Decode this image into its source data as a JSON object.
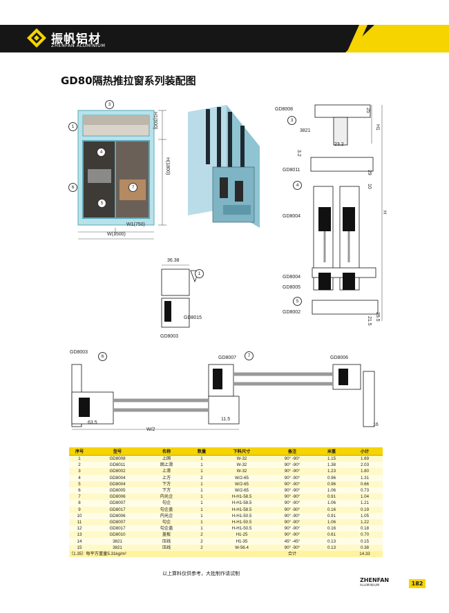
{
  "header": {
    "brand_cn": "振帆铝材",
    "brand_en": "ZHENFAN ALUMINIUM",
    "colors": {
      "band": "#161616",
      "accent": "#f5d400"
    }
  },
  "title": "GD80隔热推拉窗系列装配图",
  "window_elevation": {
    "h1_label": "H1(600)",
    "h_label": "H(1800)",
    "w1_label": "W1(750)",
    "w_label": "W(1500)",
    "callouts": [
      "3",
      "1",
      "4",
      "6",
      "7",
      "5"
    ]
  },
  "vertical_section": {
    "codes": [
      "GD8008",
      "3821",
      "GD8011",
      "GD8004",
      "GD8004",
      "GD8005",
      "GD8002"
    ],
    "dims": [
      "25",
      "H1",
      "23.2",
      "3.2",
      "29",
      "10",
      "H",
      "21.5",
      "29.5"
    ],
    "callouts": [
      "3",
      "4",
      "5"
    ]
  },
  "detail_section": {
    "dim": "36.38",
    "codes": [
      "GD8015",
      "GD8003"
    ],
    "callout": "1"
  },
  "horizontal_section": {
    "codes": [
      "GD8003",
      "GD8007",
      "GD8006"
    ],
    "callouts": [
      "6",
      "7"
    ],
    "dims": [
      "63.5",
      "W/2",
      "11.5",
      "16"
    ]
  },
  "table": {
    "headers": [
      "序号",
      "型号",
      "名称",
      "数量",
      "下料尺寸",
      "备注",
      "米重",
      "小计"
    ],
    "rows": [
      [
        "1",
        "GD8008",
        "上固",
        "1",
        "W-32",
        "90° -90°",
        "1.15",
        "1.69"
      ],
      [
        "2",
        "GD8011",
        "固上滑",
        "1",
        "W-32",
        "90° -90°",
        "1.38",
        "2.03"
      ],
      [
        "3",
        "GD8002",
        "上滑",
        "1",
        "W-32",
        "90° -90°",
        "1.23",
        "1.80"
      ],
      [
        "4",
        "GD8004",
        "上方",
        "2",
        "W/2-65",
        "90° -90°",
        "0.96",
        "1.31"
      ],
      [
        "5",
        "GD8004",
        "下方",
        "1",
        "W/2-65",
        "90° -90°",
        "0.96",
        "0.66"
      ],
      [
        "6",
        "GD8005",
        "下方",
        "1",
        "W/2-65",
        "90° -90°",
        "1.06",
        "0.73"
      ],
      [
        "7",
        "GD8006",
        "内光企",
        "1",
        "H-H1-58.5",
        "90° -90°",
        "0.91",
        "1.04"
      ],
      [
        "8",
        "GD8007",
        "勾企",
        "1",
        "H-H1-58.5",
        "90° -90°",
        "1.06",
        "1.21"
      ],
      [
        "9",
        "GD8017",
        "勾企盖",
        "1",
        "H-H1-58.5",
        "90° -90°",
        "0.16",
        "0.19"
      ],
      [
        "10",
        "GD8006",
        "内光企",
        "1",
        "H-H1-50.5",
        "90° -90°",
        "0.91",
        "1.05"
      ],
      [
        "11",
        "GD8007",
        "勾企",
        "1",
        "H-H1-50.5",
        "90° -90°",
        "1.06",
        "1.22"
      ],
      [
        "12",
        "GD8017",
        "勾企盖",
        "1",
        "H-H1-50.5",
        "90° -90°",
        "0.16",
        "0.18"
      ],
      [
        "13",
        "GD8010",
        "盖板",
        "2",
        "H1-25",
        "90° -90°",
        "0.61",
        "0.70"
      ],
      [
        "14",
        "3821",
        "压线",
        "2",
        "H1-35",
        "45° -45°",
        "0.13",
        "0.15"
      ],
      [
        "15",
        "3821",
        "压线",
        "2",
        "W-56.4",
        "90° -90°",
        "0.13",
        "0.38"
      ]
    ],
    "footer_note": "（1.35）每平方重量5.31kg/m²",
    "total_label": "合计",
    "total_value": "14.33"
  },
  "note": "以上算料仅供参考，大批制作请试制",
  "footer": {
    "brand": "ZHENFAN",
    "brand_sub": "ALUMINIUM",
    "page": "182"
  }
}
